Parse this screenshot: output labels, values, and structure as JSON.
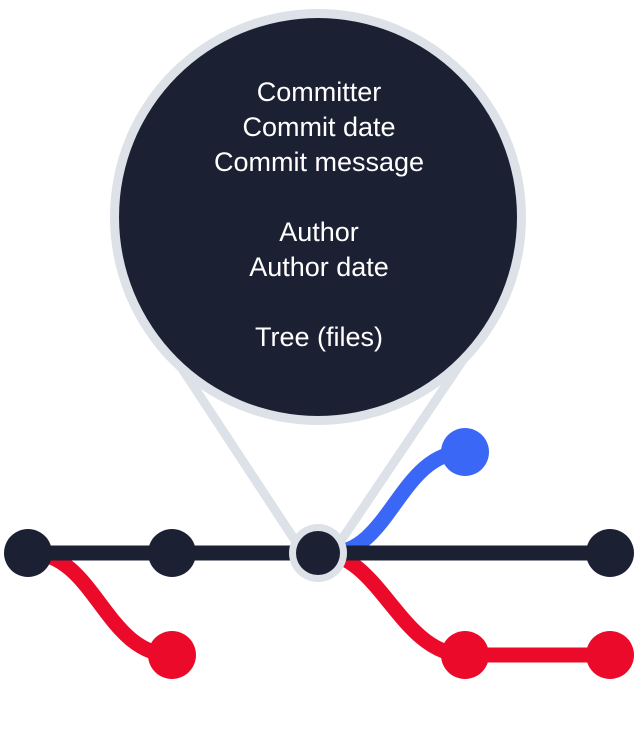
{
  "colors": {
    "background": "#ffffff",
    "bubble_fill": "#1c2033",
    "bubble_border": "#dde1e8",
    "main_branch": "#1c2033",
    "feature_branch": "#eb0a29",
    "remote_branch": "#3a67f5",
    "text": "#ffffff"
  },
  "commit_details": {
    "committer": "Committer",
    "commit_date": "Commit date",
    "commit_message": "Commit message",
    "author": "Author",
    "author_date": "Author date",
    "tree": "Tree (files)"
  },
  "icons": {
    "commit_node": "circle",
    "zoom_bubble": "magnifier-callout"
  }
}
